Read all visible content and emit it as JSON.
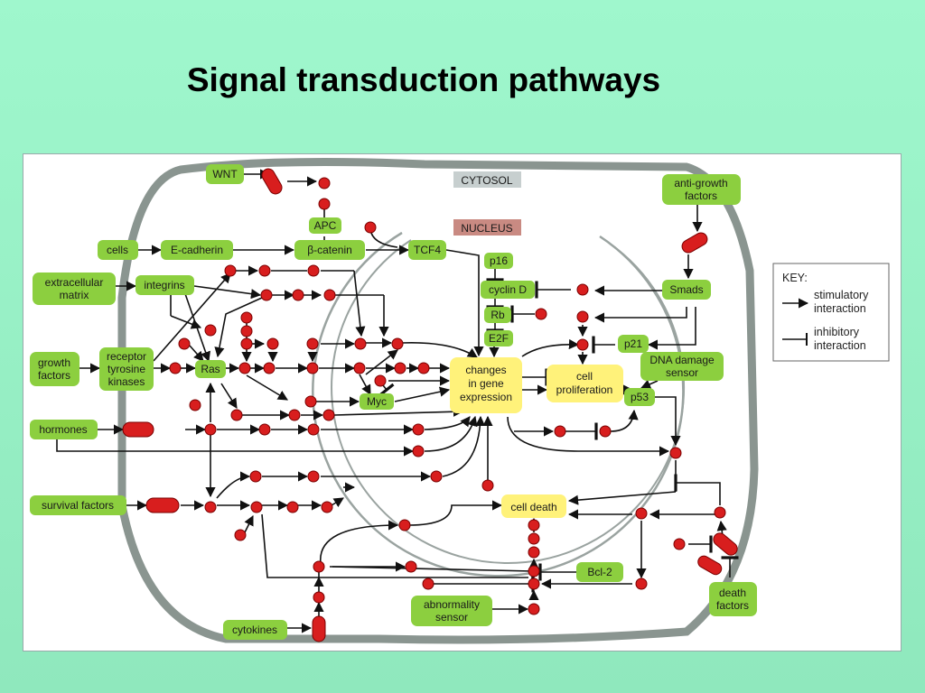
{
  "title": "Signal transduction pathways",
  "compartments": {
    "cytosol": "CYTOSOL",
    "nucleus": "NUCLEUS"
  },
  "signals": {
    "wnt": "WNT",
    "cells": "cells",
    "extracellular_matrix": [
      "extracellular",
      "matrix"
    ],
    "growth_factors": [
      "growth",
      "factors"
    ],
    "hormones": "hormones",
    "survival_factors": "survival factors",
    "cytokines": "cytokines",
    "anti_growth_factors": [
      "anti-growth",
      "factors"
    ],
    "death_factors": [
      "death",
      "factors"
    ]
  },
  "proteins": {
    "apc": "APC",
    "e_cadherin": "E-cadherin",
    "beta_catenin": "β-catenin",
    "tcf4": "TCF4",
    "integrins": "integrins",
    "receptor_tyrosine_kinases": [
      "receptor",
      "tyrosine",
      "kinases"
    ],
    "ras": "Ras",
    "myc": "Myc",
    "p16": "p16",
    "cyclin_d": "cyclin D",
    "rb": "Rb",
    "e2f": "E2F",
    "smads": "Smads",
    "p21": "p21",
    "p53": "p53",
    "dna_damage_sensor": [
      "DNA damage",
      "sensor"
    ],
    "bcl2": "Bcl-2",
    "abnormality_sensor": [
      "abnormality",
      "sensor"
    ]
  },
  "outcomes": {
    "changes_in_gene_expression": [
      "changes",
      "in gene",
      "expression"
    ],
    "cell_proliferation": [
      "cell",
      "proliferation"
    ],
    "cell_death": "cell death"
  },
  "key": {
    "title": "KEY:",
    "stimulatory": [
      "stimulatory",
      "interaction"
    ],
    "inhibitory": [
      "inhibitory",
      "interaction"
    ]
  },
  "colors": {
    "background": "#9ff7cd",
    "green_box": "#8ccf3f",
    "yellow_box": "#fff27a",
    "node_red": "#d81e1e",
    "membrane": "#8a9590",
    "cytosol_label_bg": "#c7cfcf",
    "nucleus_label_bg": "#c98a82"
  }
}
